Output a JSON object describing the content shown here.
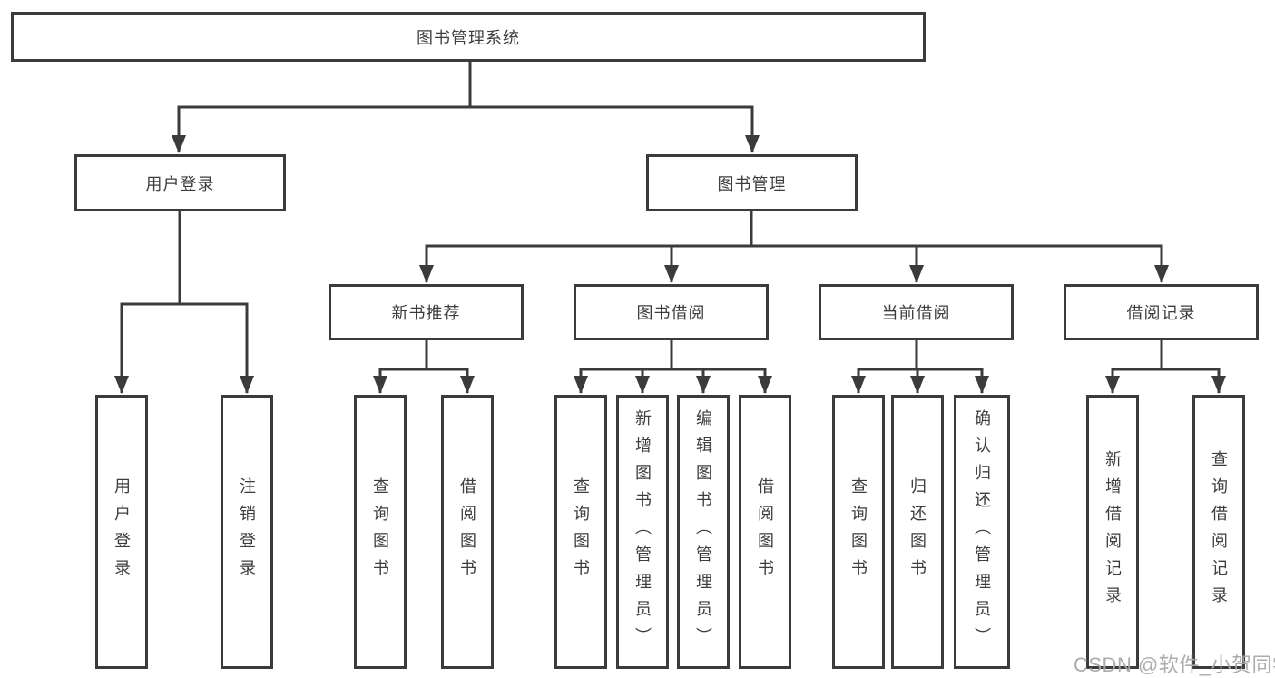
{
  "diagram": {
    "title": "图书管理系统",
    "colors": {
      "line": "#3b3b3b",
      "text": "#3d3d3d",
      "background": "#ffffff",
      "watermark": "#a8a8a8"
    },
    "tree": {
      "label": "图书管理系统",
      "children": [
        {
          "label": "用户登录",
          "children": [
            {
              "label": "用户登录"
            },
            {
              "label": "注销登录"
            }
          ]
        },
        {
          "label": "图书管理",
          "children": [
            {
              "label": "新书推荐",
              "children": [
                {
                  "label": "查询图书"
                },
                {
                  "label": "借阅图书"
                }
              ]
            },
            {
              "label": "图书借阅",
              "children": [
                {
                  "label": "查询图书"
                },
                {
                  "label": "新增图书（管理员）"
                },
                {
                  "label": "编辑图书（管理员）"
                },
                {
                  "label": "借阅图书"
                }
              ]
            },
            {
              "label": "当前借阅",
              "children": [
                {
                  "label": "查询图书"
                },
                {
                  "label": "归还图书"
                },
                {
                  "label": "确认归还（管理员）"
                }
              ]
            },
            {
              "label": "借阅记录",
              "children": [
                {
                  "label": "新增借阅记录"
                },
                {
                  "label": "查询借阅记录"
                }
              ]
            }
          ]
        }
      ]
    },
    "watermark": "CSDN @软件_小贺同学"
  }
}
